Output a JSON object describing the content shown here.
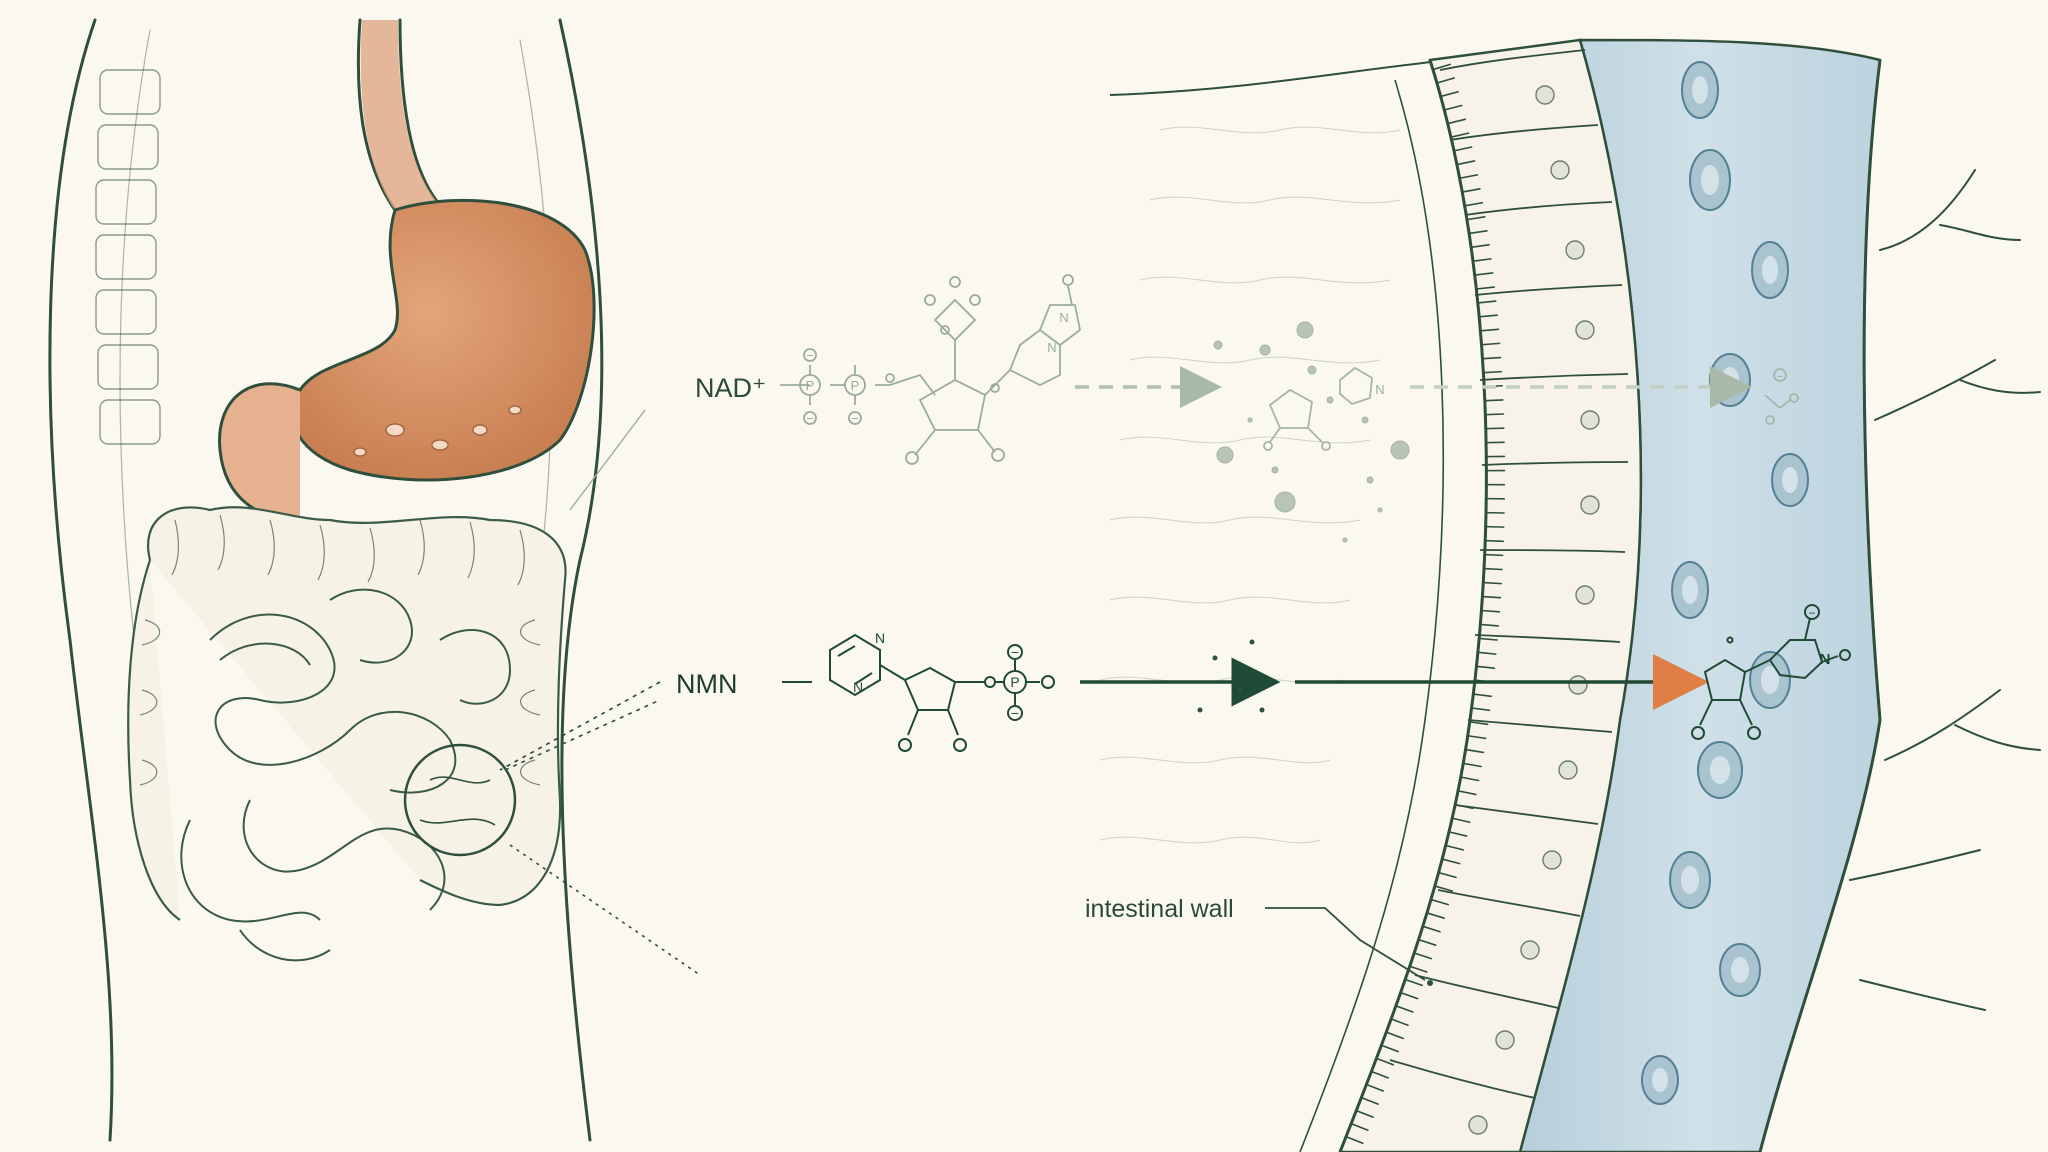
{
  "labels": {
    "nad": "NAD⁺",
    "nmn": "NMN",
    "wall": "intestinal wall"
  },
  "atoms": {
    "phosphorus": "P",
    "nitrogen": "N",
    "minus": "−"
  },
  "colors": {
    "background": "#fbf8ef",
    "ink": "#2c4a3a",
    "ink_faded": "#9aac9c",
    "stomach": "#d38f63",
    "blood": "#c9dbe3",
    "blood_cell": "#6f98ab",
    "accent_arrow": "#e07f45"
  }
}
